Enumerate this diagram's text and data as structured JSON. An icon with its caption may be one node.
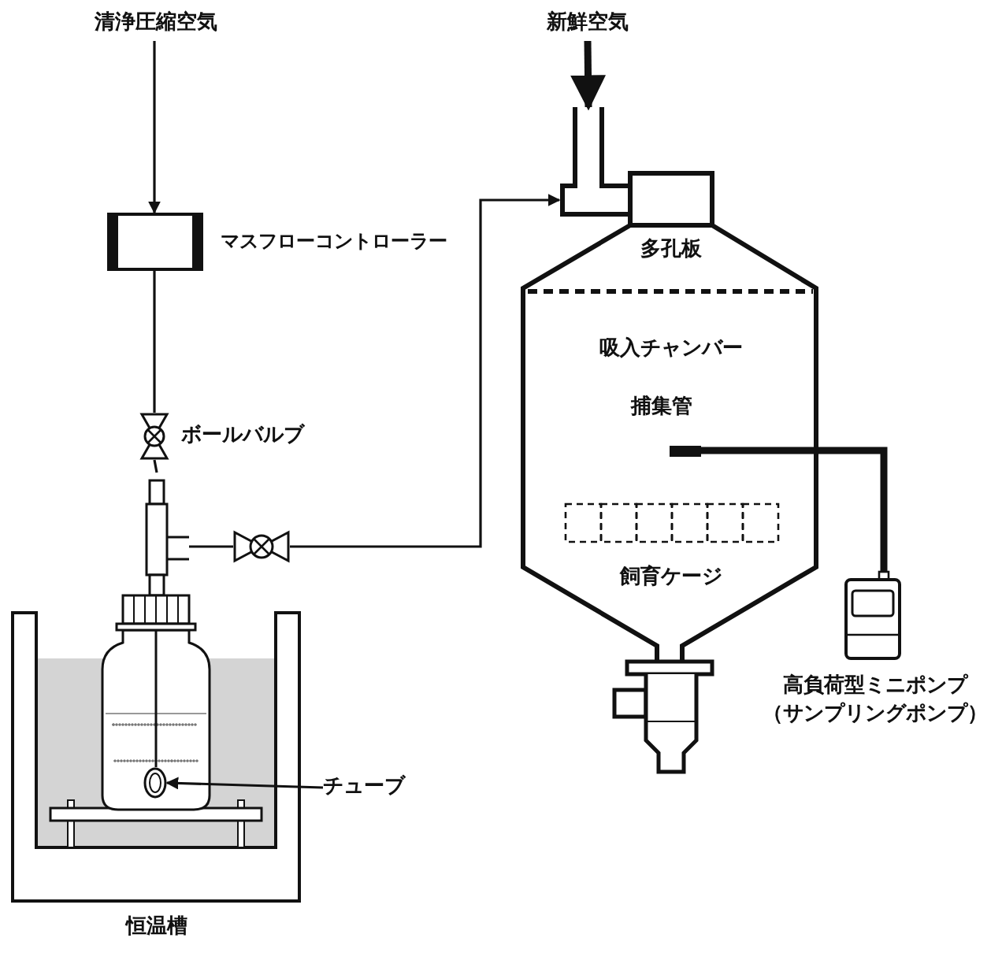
{
  "diagram": {
    "nodes": [
      {
        "text": [
          "清浄圧縮空気"
        ]
      },
      {
        "text": [
          "マスフローコントローラー"
        ]
      },
      {
        "text": [
          "ボールバルブ"
        ]
      },
      {
        "text": [
          "恒温槽"
        ]
      },
      {
        "text": [],
        "shape": "bottle"
      },
      {
        "text": [],
        "shape": "circle",
        "in": 4
      },
      {
        "text": [
          "チューブ"
        ]
      },
      {
        "text": [],
        "shape": "valve"
      },
      {
        "text": [
          "新鮮空気"
        ]
      },
      {
        "text": [],
        "shape": "pipe"
      },
      {
        "text": [
          "吸入チャンバー"
        ]
      },
      {
        "text": [
          "捕集管"
        ],
        "in": 10
      },
      {
        "text": [
          "飼育ケージ"
        ],
        "in": 10
      },
      {
        "text": [
          "高負荷型ミニポンプ（サンプリングポンプ）"
        ]
      }
    ],
    "edges": [
      {
        "from": 0,
        "to": 1,
        "arrow": "to"
      },
      {
        "from": 1,
        "to": 2,
        "arrow": "none"
      },
      {
        "from": 2,
        "to": 4,
        "arrow": "none"
      },
      {
        "from": 4,
        "to": 7,
        "arrow": "none"
      },
      {
        "from": 7,
        "to": 9,
        "arrow": "to"
      },
      {
        "from": 8,
        "to": 9,
        "arrow": "to",
        "style": "thick"
      },
      {
        "from": 6,
        "to": 5,
        "arrow": "to"
      },
      {
        "from": 11,
        "to": 13,
        "arrow": "none",
        "style": "thick"
      }
    ],
    "labels": [
      "多孔板"
    ]
  }
}
